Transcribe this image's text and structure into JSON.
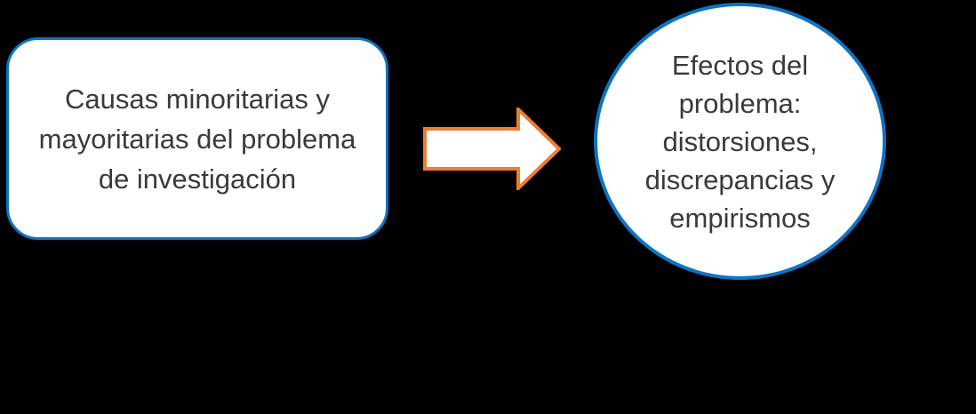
{
  "diagram": {
    "background_color": "#000000",
    "causes_box": {
      "lines": [
        "Causas minoritarias y",
        "mayoritarias del problema",
        "de investigación"
      ],
      "border_color": "#0b74c4",
      "fill_color": "#ffffff",
      "text_color": "#3a3a3a"
    },
    "arrow": {
      "icon": "right-block-arrow",
      "border_color": "#ed7d31",
      "fill_color": "#ffffff"
    },
    "effects_circle": {
      "lines": [
        "Efectos del",
        "problema:",
        "distorsiones,",
        "discrepancias y",
        "empirismos"
      ],
      "border_color": "#0b74c4",
      "fill_color": "#ffffff",
      "text_color": "#3a3a3a"
    }
  }
}
